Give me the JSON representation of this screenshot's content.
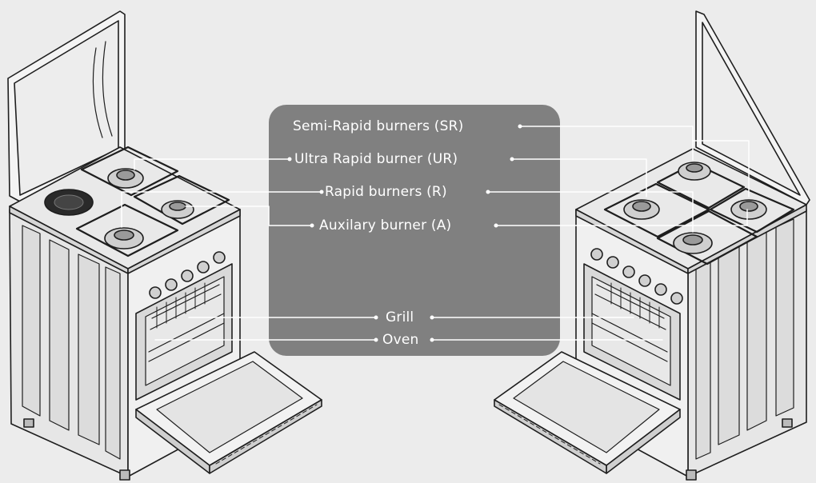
{
  "colors": {
    "background": "#ececec",
    "panel": "#808080",
    "label_text": "#ffffff",
    "line_art": "#1e1e1e",
    "leader_line": "#ffffff"
  },
  "labels": {
    "semi_rapid": "Semi-Rapid burners (SR)",
    "ultra_rapid": "Ultra Rapid burner (UR)",
    "rapid": "Rapid burners (R)",
    "auxiliary": "Auxilary burner (A)",
    "grill": "Grill",
    "oven": "Oven"
  },
  "illustrations": {
    "left": "left-cooker-drawing",
    "right": "right-cooker-drawing"
  }
}
